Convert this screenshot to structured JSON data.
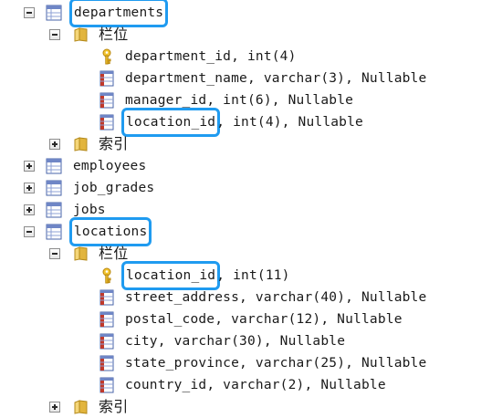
{
  "tree": {
    "departments": {
      "name": "departments",
      "columns_folder": "栏位",
      "columns": [
        {
          "name": "department_id",
          "rest": ", int(4)"
        },
        {
          "name": "department_name",
          "rest": ", varchar(3), Nullable"
        },
        {
          "name": "manager_id",
          "rest": ", int(6), Nullable"
        },
        {
          "name": "location_id",
          "rest": ", int(4), Nullable"
        }
      ],
      "index_folder": "索引"
    },
    "collapsed_tables": [
      "employees",
      "job_grades",
      "jobs"
    ],
    "locations": {
      "name": "locations",
      "columns_folder": "栏位",
      "columns": [
        {
          "name": "location_id",
          "rest": ", int(11)"
        },
        {
          "name": "street_address",
          "rest": ", varchar(40), Nullable"
        },
        {
          "name": "postal_code",
          "rest": ", varchar(12), Nullable"
        },
        {
          "name": "city",
          "rest": ", varchar(30), Nullable"
        },
        {
          "name": "state_province",
          "rest": ", varchar(25), Nullable"
        },
        {
          "name": "country_id",
          "rest": ", varchar(2), Nullable"
        }
      ],
      "index_folder": "索引"
    }
  },
  "colors": {
    "highlight": "#1f9bf0",
    "folder": "#e2b53e",
    "key": "#e8b21a",
    "column_icon": "#5b73b8"
  },
  "icons": {
    "table": "table-icon",
    "folder": "folder-icon",
    "primary_key": "key-icon",
    "column": "column-icon"
  }
}
